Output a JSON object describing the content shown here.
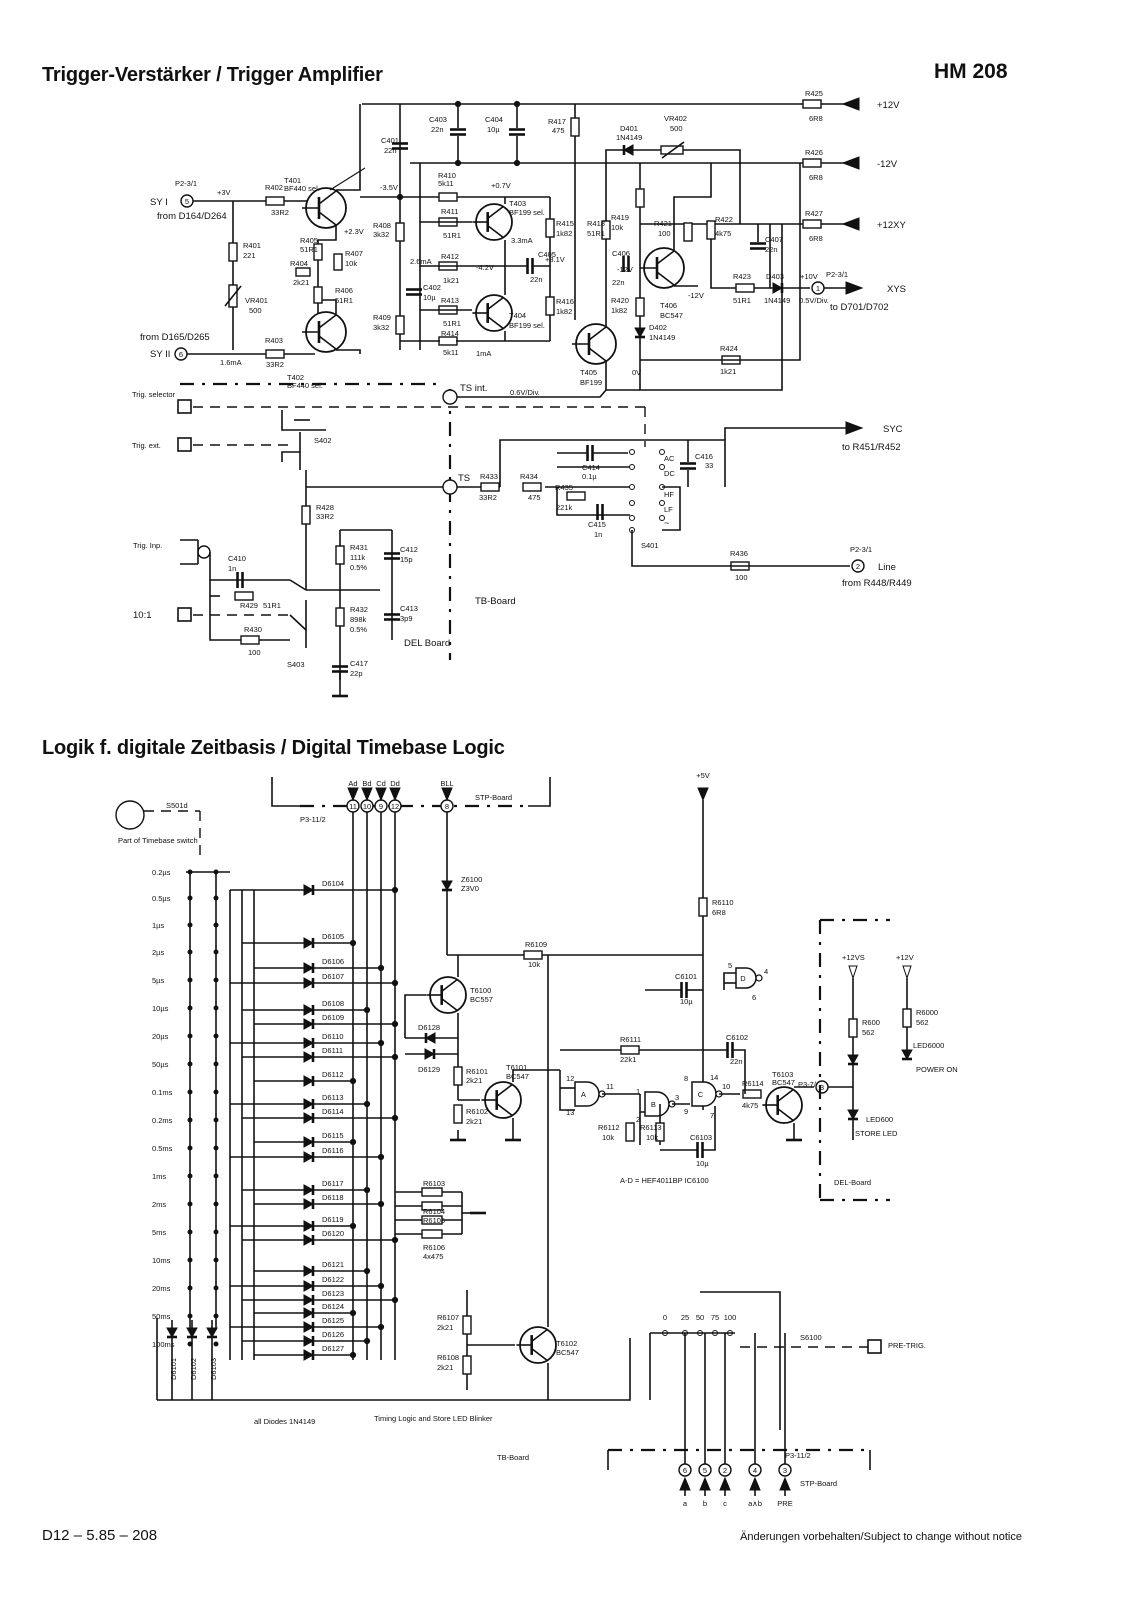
{
  "header": {
    "title_trigger": "Trigger-Verstärker / Trigger Amplifier",
    "model": "HM 208",
    "title_logic": "Logik f. digitale Zeitbasis / Digital Timebase Logic"
  },
  "footer": {
    "doc_code": "D12 – 5.85 – 208",
    "notice": "Änderungen vorbehalten/Subject to change without notice"
  },
  "trigger": {
    "supply": [
      {
        "res": "R425",
        "val": "6R8",
        "net": "+12V"
      },
      {
        "res": "R426",
        "val": "6R8",
        "net": "-12V"
      },
      {
        "res": "R427",
        "val": "6R8",
        "net": "+12XY"
      }
    ],
    "inputs": {
      "sy1_pin": "P2-3/1",
      "sy1": "SY I",
      "sy1_num": "5",
      "sy1_from": "from D164/D264",
      "sy2_from": "from D165/D265",
      "sy2": "SY II",
      "sy2_num": "6"
    },
    "voltages": {
      "v1": "+3V",
      "v2": "-3.5V",
      "v3": "+2.3V",
      "v4": "+0.7V",
      "v5": "-4.2V",
      "v6": "+8.1V",
      "v7": "-12V",
      "v8": "-12V",
      "v9": "+10V",
      "v10": "0V",
      "i1": "1.6mA",
      "i2": "2.6mA",
      "i3": "3.3mA",
      "i4": "1mA",
      "i5": "0.6V/Div."
    },
    "transistors": [
      {
        "ref": "T401",
        "type": "BF440 sel."
      },
      {
        "ref": "T402",
        "type": "BF440 sel."
      },
      {
        "ref": "T403",
        "type": "BF199 sel."
      },
      {
        "ref": "T404",
        "type": "BF199 sel."
      },
      {
        "ref": "T405",
        "type": "BF199"
      },
      {
        "ref": "T406",
        "type": "BC547"
      }
    ],
    "resistors": {
      "R401": [
        "R401",
        "221"
      ],
      "VR401": [
        "VR401",
        "500"
      ],
      "R402": [
        "R402",
        "33R2"
      ],
      "R403": [
        "R403",
        "33R2"
      ],
      "R404": [
        "R404",
        "2k21"
      ],
      "R405": [
        "R405",
        "51R1"
      ],
      "R406": [
        "R406",
        "51R1"
      ],
      "R407": [
        "R407",
        "10k"
      ],
      "R408": [
        "R408",
        "3k32"
      ],
      "R409": [
        "R409",
        "3k32"
      ],
      "R410": [
        "R410",
        "5k11"
      ],
      "R411": [
        "R411",
        "51R1"
      ],
      "R412": [
        "R412",
        "1k21"
      ],
      "R413": [
        "R413",
        "51R1"
      ],
      "R414": [
        "R414",
        "5k11"
      ],
      "R415": [
        "R415",
        "1k82"
      ],
      "R416": [
        "R416",
        "1k82"
      ],
      "R417": [
        "R417",
        "475"
      ],
      "R418": [
        "R418",
        "51R1"
      ],
      "R419": [
        "R419",
        "10k"
      ],
      "R420": [
        "R420",
        "1k82"
      ],
      "R421": [
        "R421",
        "100"
      ],
      "R422": [
        "R422",
        "4k75"
      ],
      "R423": [
        "R423",
        "51R1"
      ],
      "R424": [
        "R424",
        "1k21"
      ],
      "VR402": [
        "VR402",
        "500"
      ],
      "R428": [
        "R428",
        "33R2"
      ],
      "R429": [
        "R429",
        "51R1"
      ],
      "R430": [
        "R430",
        "100"
      ],
      "R431": [
        "R431",
        "111k",
        "0.5%"
      ],
      "R432": [
        "R432",
        "898k",
        "0.5%"
      ],
      "R433": [
        "R433",
        "33R2"
      ],
      "R434": [
        "R434",
        "475"
      ],
      "R435": [
        "R435",
        "221k"
      ],
      "R436": [
        "R436",
        "100"
      ]
    },
    "capacitors": {
      "C401": [
        "C401",
        "22n"
      ],
      "C402": [
        "C402",
        "10µ"
      ],
      "C403": [
        "C403",
        "22n"
      ],
      "C404": [
        "C404",
        "10µ"
      ],
      "C405": [
        "C405",
        "22n"
      ],
      "C406": [
        "C406",
        "22n"
      ],
      "C407": [
        "C407",
        "22n"
      ],
      "C410": [
        "C410",
        "1n"
      ],
      "C412": [
        "C412",
        "15p"
      ],
      "C413": [
        "C413",
        "3p9"
      ],
      "C414": [
        "C414",
        "0.1µ"
      ],
      "C415": [
        "C415",
        "1n"
      ],
      "C416": [
        "C416",
        "33"
      ],
      "C417": [
        "C417",
        "22p"
      ]
    },
    "diodes": {
      "D401": [
        "D401",
        "1N4149"
      ],
      "D402": [
        "D402",
        "1N4149"
      ],
      "D403": [
        "D403",
        "1N4149"
      ]
    },
    "outputs": {
      "xys_pin": "P2-3/1",
      "xys_num": "1",
      "xys": "XYS",
      "xys_scale": "0.5V/Div.",
      "xys_to": "to D701/D702",
      "syc": "SYC",
      "syc_to": "to R451/R452",
      "line_pin": "P2-3/1",
      "line_num": "2",
      "line": "Line",
      "line_from": "from R448/R449"
    },
    "switches": {
      "trig_selector": "Trig. selector",
      "trig_ext": "Trig. ext.",
      "trig_inp": "Trig. Inp.",
      "div10": "10:1",
      "s401": "S401",
      "s402": "S402",
      "s403": "S403",
      "ts_int": "TS int.",
      "ts": "TS",
      "ac": "AC",
      "dc": "DC",
      "hf": "HF",
      "lf": "LF",
      "ac_sym": "~"
    },
    "boards": {
      "tb": "TB-Board",
      "del": "DEL Board"
    }
  },
  "logic": {
    "s501": "S501d",
    "switch_note": "Part of Timebase switch",
    "timebase_settings": [
      "0.2µs",
      "0.5µs",
      "1µs",
      "2µs",
      "5µs",
      "10µs",
      "20µs",
      "50µs",
      "0.1ms",
      "0.2ms",
      "0.5ms",
      "1ms",
      "2ms",
      "5ms",
      "10ms",
      "20ms",
      "50ms",
      "100ms"
    ],
    "diodes": [
      "D6104",
      "D6105",
      "D6106",
      "D6107",
      "D6108",
      "D6109",
      "D6110",
      "D6111",
      "D6112",
      "D6113",
      "D6114",
      "D6115",
      "D6116",
      "D6117",
      "D6118",
      "D6119",
      "D6120",
      "D6121",
      "D6122",
      "D6123",
      "D6124",
      "D6125",
      "D6126",
      "D6127"
    ],
    "diodes_vertical": [
      "D6101",
      "D6102",
      "D6103"
    ],
    "diode_pair": [
      "D6128",
      "D6129"
    ],
    "connector_top": {
      "pins": [
        "Ad",
        "Bd",
        "Cd",
        "Dd"
      ],
      "nums": [
        "11",
        "10",
        "9",
        "12"
      ],
      "bll": "BLL",
      "bll_num": "8",
      "ref": "P3-11/2",
      "board": "STP-Board"
    },
    "plus5v": "+5V",
    "zener": [
      "Z6100",
      "Z3V0"
    ],
    "transistors": [
      {
        "ref": "T6100",
        "type": "BC557"
      },
      {
        "ref": "T6101",
        "type": "BC547"
      },
      {
        "ref": "T6102",
        "type": "BC547"
      },
      {
        "ref": "T6103",
        "type": "BC547"
      }
    ],
    "resistors": {
      "R6101": [
        "R6101",
        "2k21"
      ],
      "R6102": [
        "R6102",
        "2k21"
      ],
      "R6103": [
        "R6103",
        ""
      ],
      "R6104": [
        "R6104",
        ""
      ],
      "R6105": [
        "R6105",
        ""
      ],
      "R6106": [
        "R6106",
        "4x475"
      ],
      "R6107": [
        "R6107",
        "2k21"
      ],
      "R6108": [
        "R6108",
        "2k21"
      ],
      "R6109": [
        "R6109",
        "10k"
      ],
      "R6110": [
        "R6110",
        "6R8"
      ],
      "R6111": [
        "R6111",
        "22k1"
      ],
      "R6112": [
        "R6112",
        "10k"
      ],
      "R6113": [
        "R6113",
        "10k"
      ],
      "R6114": [
        "R6114",
        "4k75"
      ],
      "R600": [
        "R600",
        "562"
      ],
      "R6000": [
        "R6000",
        "562"
      ]
    },
    "capacitors": {
      "C6101": [
        "C6101",
        "10µ"
      ],
      "C6102": [
        "C6102",
        "22n"
      ],
      "C6103": [
        "C6103",
        "10µ"
      ]
    },
    "gates": {
      "A": {
        "name": "A",
        "pins": [
          "12",
          "13",
          "11"
        ]
      },
      "B": {
        "name": "B",
        "pins": [
          "1",
          "2",
          "3"
        ]
      },
      "C": {
        "name": "C",
        "pins": [
          "8",
          "9",
          "10",
          "14",
          "7"
        ]
      },
      "D": {
        "name": "D",
        "pins": [
          "5",
          "6",
          "4"
        ]
      },
      "note": "A-D = HEF4011BP IC6100"
    },
    "right_panel": {
      "p3": "P3-7/1",
      "p3_num": "3",
      "v12vs": "+12VS",
      "v12": "+12V",
      "led6000": "LED6000",
      "power_on": "POWER ON",
      "led600": "LED600",
      "store_led": "STORE LED",
      "del_board": "DEL-Board"
    },
    "pretrig": {
      "positions": [
        "0",
        "25",
        "50",
        "75",
        "100"
      ],
      "switch": "S6100",
      "label": "PRE-TRIG."
    },
    "connector_bottom": {
      "nums": [
        "6",
        "5",
        "2",
        "4",
        "3"
      ],
      "labels": [
        "a",
        "b",
        "c",
        "a∧b",
        "PRE"
      ],
      "ref": "P3-11/2",
      "board": "STP-Board"
    },
    "notes": {
      "diodes": "all Diodes 1N4149",
      "timing": "Timing Logic and Store LED Blinker",
      "tb_board": "TB-Board"
    }
  }
}
